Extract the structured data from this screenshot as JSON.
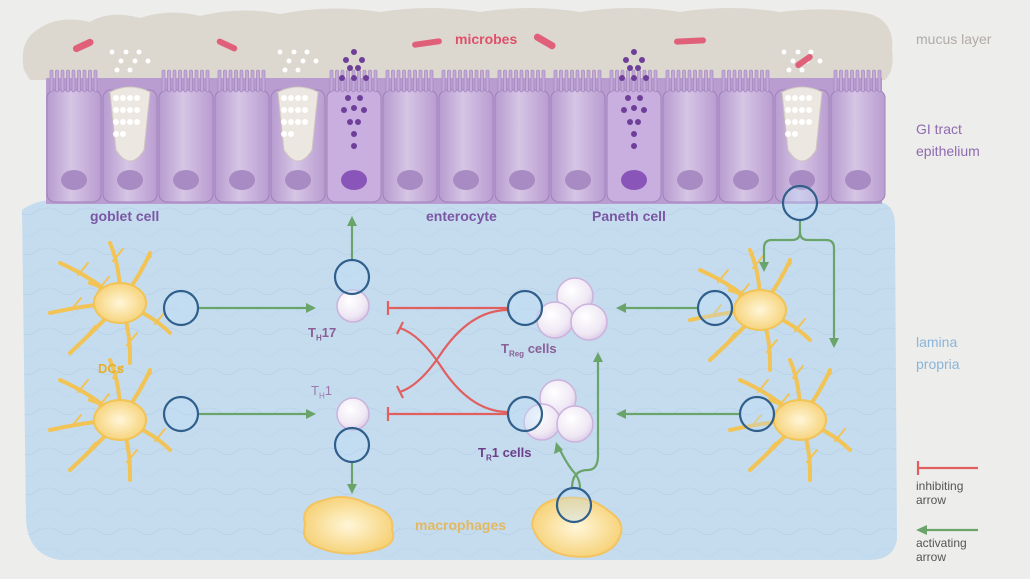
{
  "labels": {
    "microbes": "microbes",
    "mucus_layer": "mucus layer",
    "gi_tract_line1": "GI tract",
    "gi_tract_line2": "epithelium",
    "lamina_line1": "lamina",
    "lamina_line2": "propria",
    "goblet_cell": "goblet cell",
    "enterocyte": "enterocyte",
    "paneth_cell": "Paneth cell",
    "dcs": "DCs",
    "th17_main": "T",
    "th17_sub": "H",
    "th17_suffix": "17",
    "th1_main": "T",
    "th1_sub": "H",
    "th1_suffix": "1",
    "treg_main": "T",
    "treg_sub": "Reg",
    "treg_suffix": " cells",
    "tr1_main": "T",
    "tr1_sub": "R",
    "tr1_suffix": "1 cells",
    "macrophages": "macrophages"
  },
  "legend": {
    "inhibiting_line1": "inhibiting",
    "inhibiting_line2": "arrow",
    "activating_line1": "activating",
    "activating_line2": "arrow"
  },
  "colors": {
    "inhibit": "#e06060",
    "activate": "#6aa46a",
    "ring": "#2f5f8a",
    "lamina": "#c5dcef",
    "mucus": "#ddd7cf",
    "epithelium": "#c8b3da",
    "dc": "#f6d27a",
    "tcell": "#f3eef6",
    "microbe": "#e0607a"
  }
}
